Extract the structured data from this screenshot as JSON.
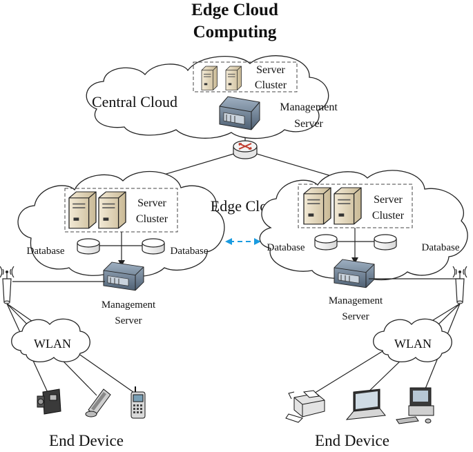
{
  "title_line1": "Edge Cloud",
  "title_line2": "Computing",
  "central": {
    "label": "Central Cloud",
    "server_cluster_line1": "Server",
    "server_cluster_line2": "Cluster",
    "mgmt_line1": "Management",
    "mgmt_line2": "Server"
  },
  "edge_label": "Edge Cloud",
  "left_edge": {
    "server_cluster_line1": "Server",
    "server_cluster_line2": "Cluster",
    "database_left": "Database",
    "database_right": "Database",
    "mgmt_line1": "Management",
    "mgmt_line2": "Server"
  },
  "right_edge": {
    "server_cluster_line1": "Server",
    "server_cluster_line2": "Cluster",
    "database_left": "Database",
    "database_right": "Database",
    "mgmt_line1": "Management",
    "mgmt_line2": "Server"
  },
  "left_wlan": "WLAN",
  "right_wlan": "WLAN",
  "left_end_device": "End Device",
  "right_end_device": "End Device",
  "colors": {
    "stroke": "#222222",
    "server_beige": "#e9dcc0",
    "mgmt_blue": "#6f8296",
    "arrow": "#1a9be0",
    "router_red": "#c0392b"
  }
}
